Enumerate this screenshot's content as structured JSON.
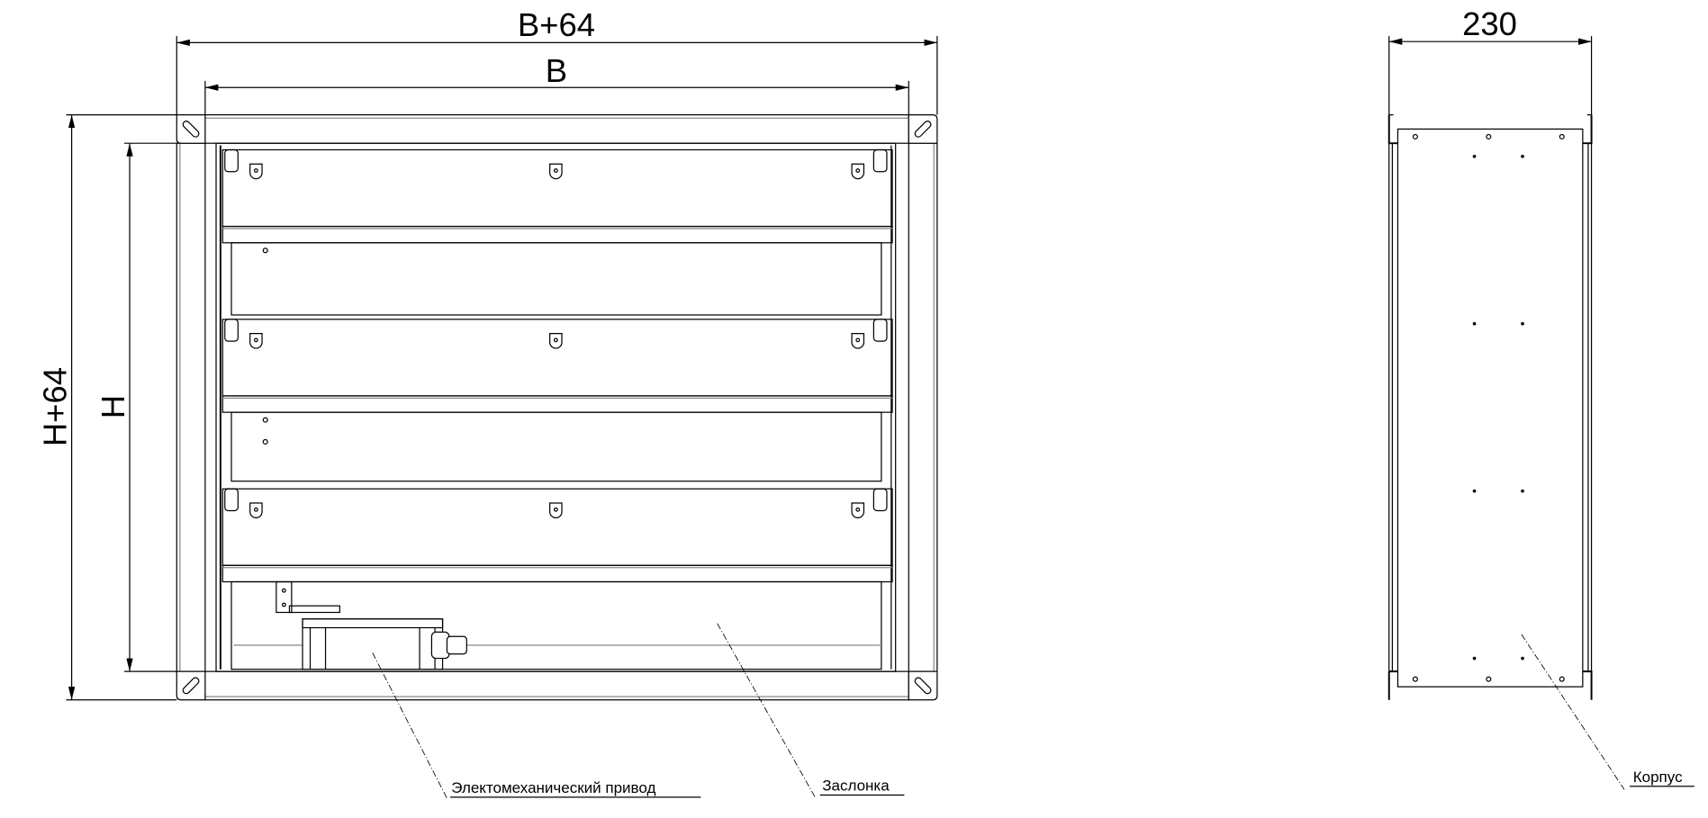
{
  "dimensions": {
    "width_outer": "B+64",
    "width_inner": "B",
    "height_outer": "H+64",
    "height_inner": "H",
    "depth": "230"
  },
  "callouts": {
    "actuator": "Электомеханический привод",
    "damper": "Заслонка",
    "housing": "Корпус"
  }
}
